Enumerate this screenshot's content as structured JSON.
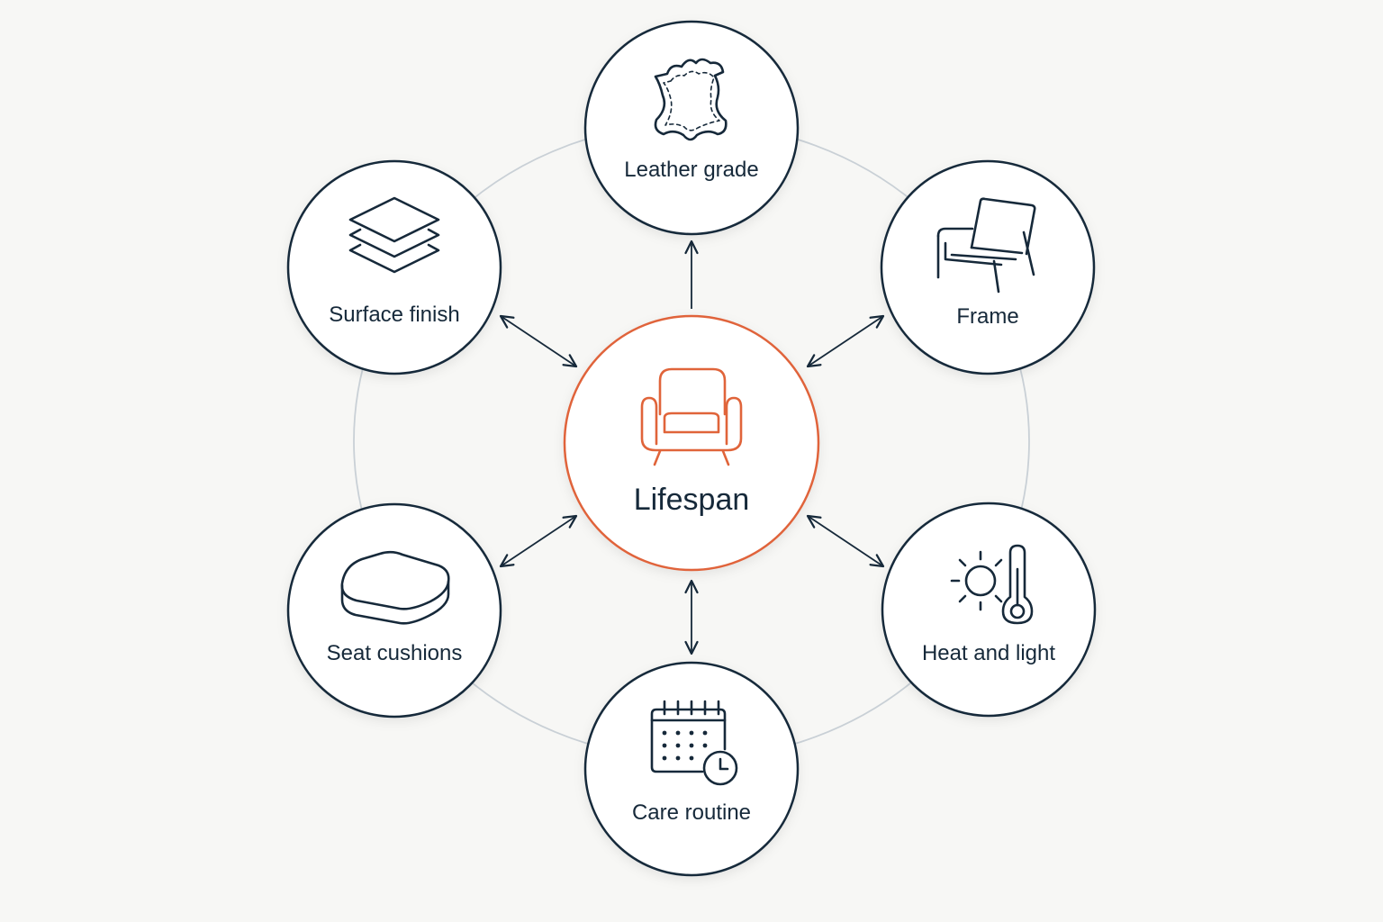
{
  "diagram": {
    "center": {
      "label": "Lifespan",
      "icon": "armchair-icon"
    },
    "nodes": [
      {
        "id": "leather-grade",
        "label": "Leather grade",
        "icon": "leather-hide-icon"
      },
      {
        "id": "frame",
        "label": "Frame",
        "icon": "chair-frame-icon"
      },
      {
        "id": "heat-and-light",
        "label": "Heat and light",
        "icon": "sun-thermometer-icon"
      },
      {
        "id": "care-routine",
        "label": "Care routine",
        "icon": "calendar-clock-icon"
      },
      {
        "id": "seat-cushions",
        "label": "Seat cushions",
        "icon": "cushion-icon"
      },
      {
        "id": "surface-finish",
        "label": "Surface finish",
        "icon": "layers-icon"
      }
    ],
    "connections": [
      {
        "node": "leather-grade",
        "direction": "one-way"
      },
      {
        "node": "frame",
        "direction": "two-way"
      },
      {
        "node": "heat-and-light",
        "direction": "two-way"
      },
      {
        "node": "care-routine",
        "direction": "two-way"
      },
      {
        "node": "seat-cushions",
        "direction": "two-way"
      },
      {
        "node": "surface-finish",
        "direction": "two-way"
      }
    ],
    "colors": {
      "center_accent": "#e0643a",
      "node_stroke": "#16293a",
      "ring": "#c9d0d6",
      "background": "#f7f7f5"
    }
  }
}
